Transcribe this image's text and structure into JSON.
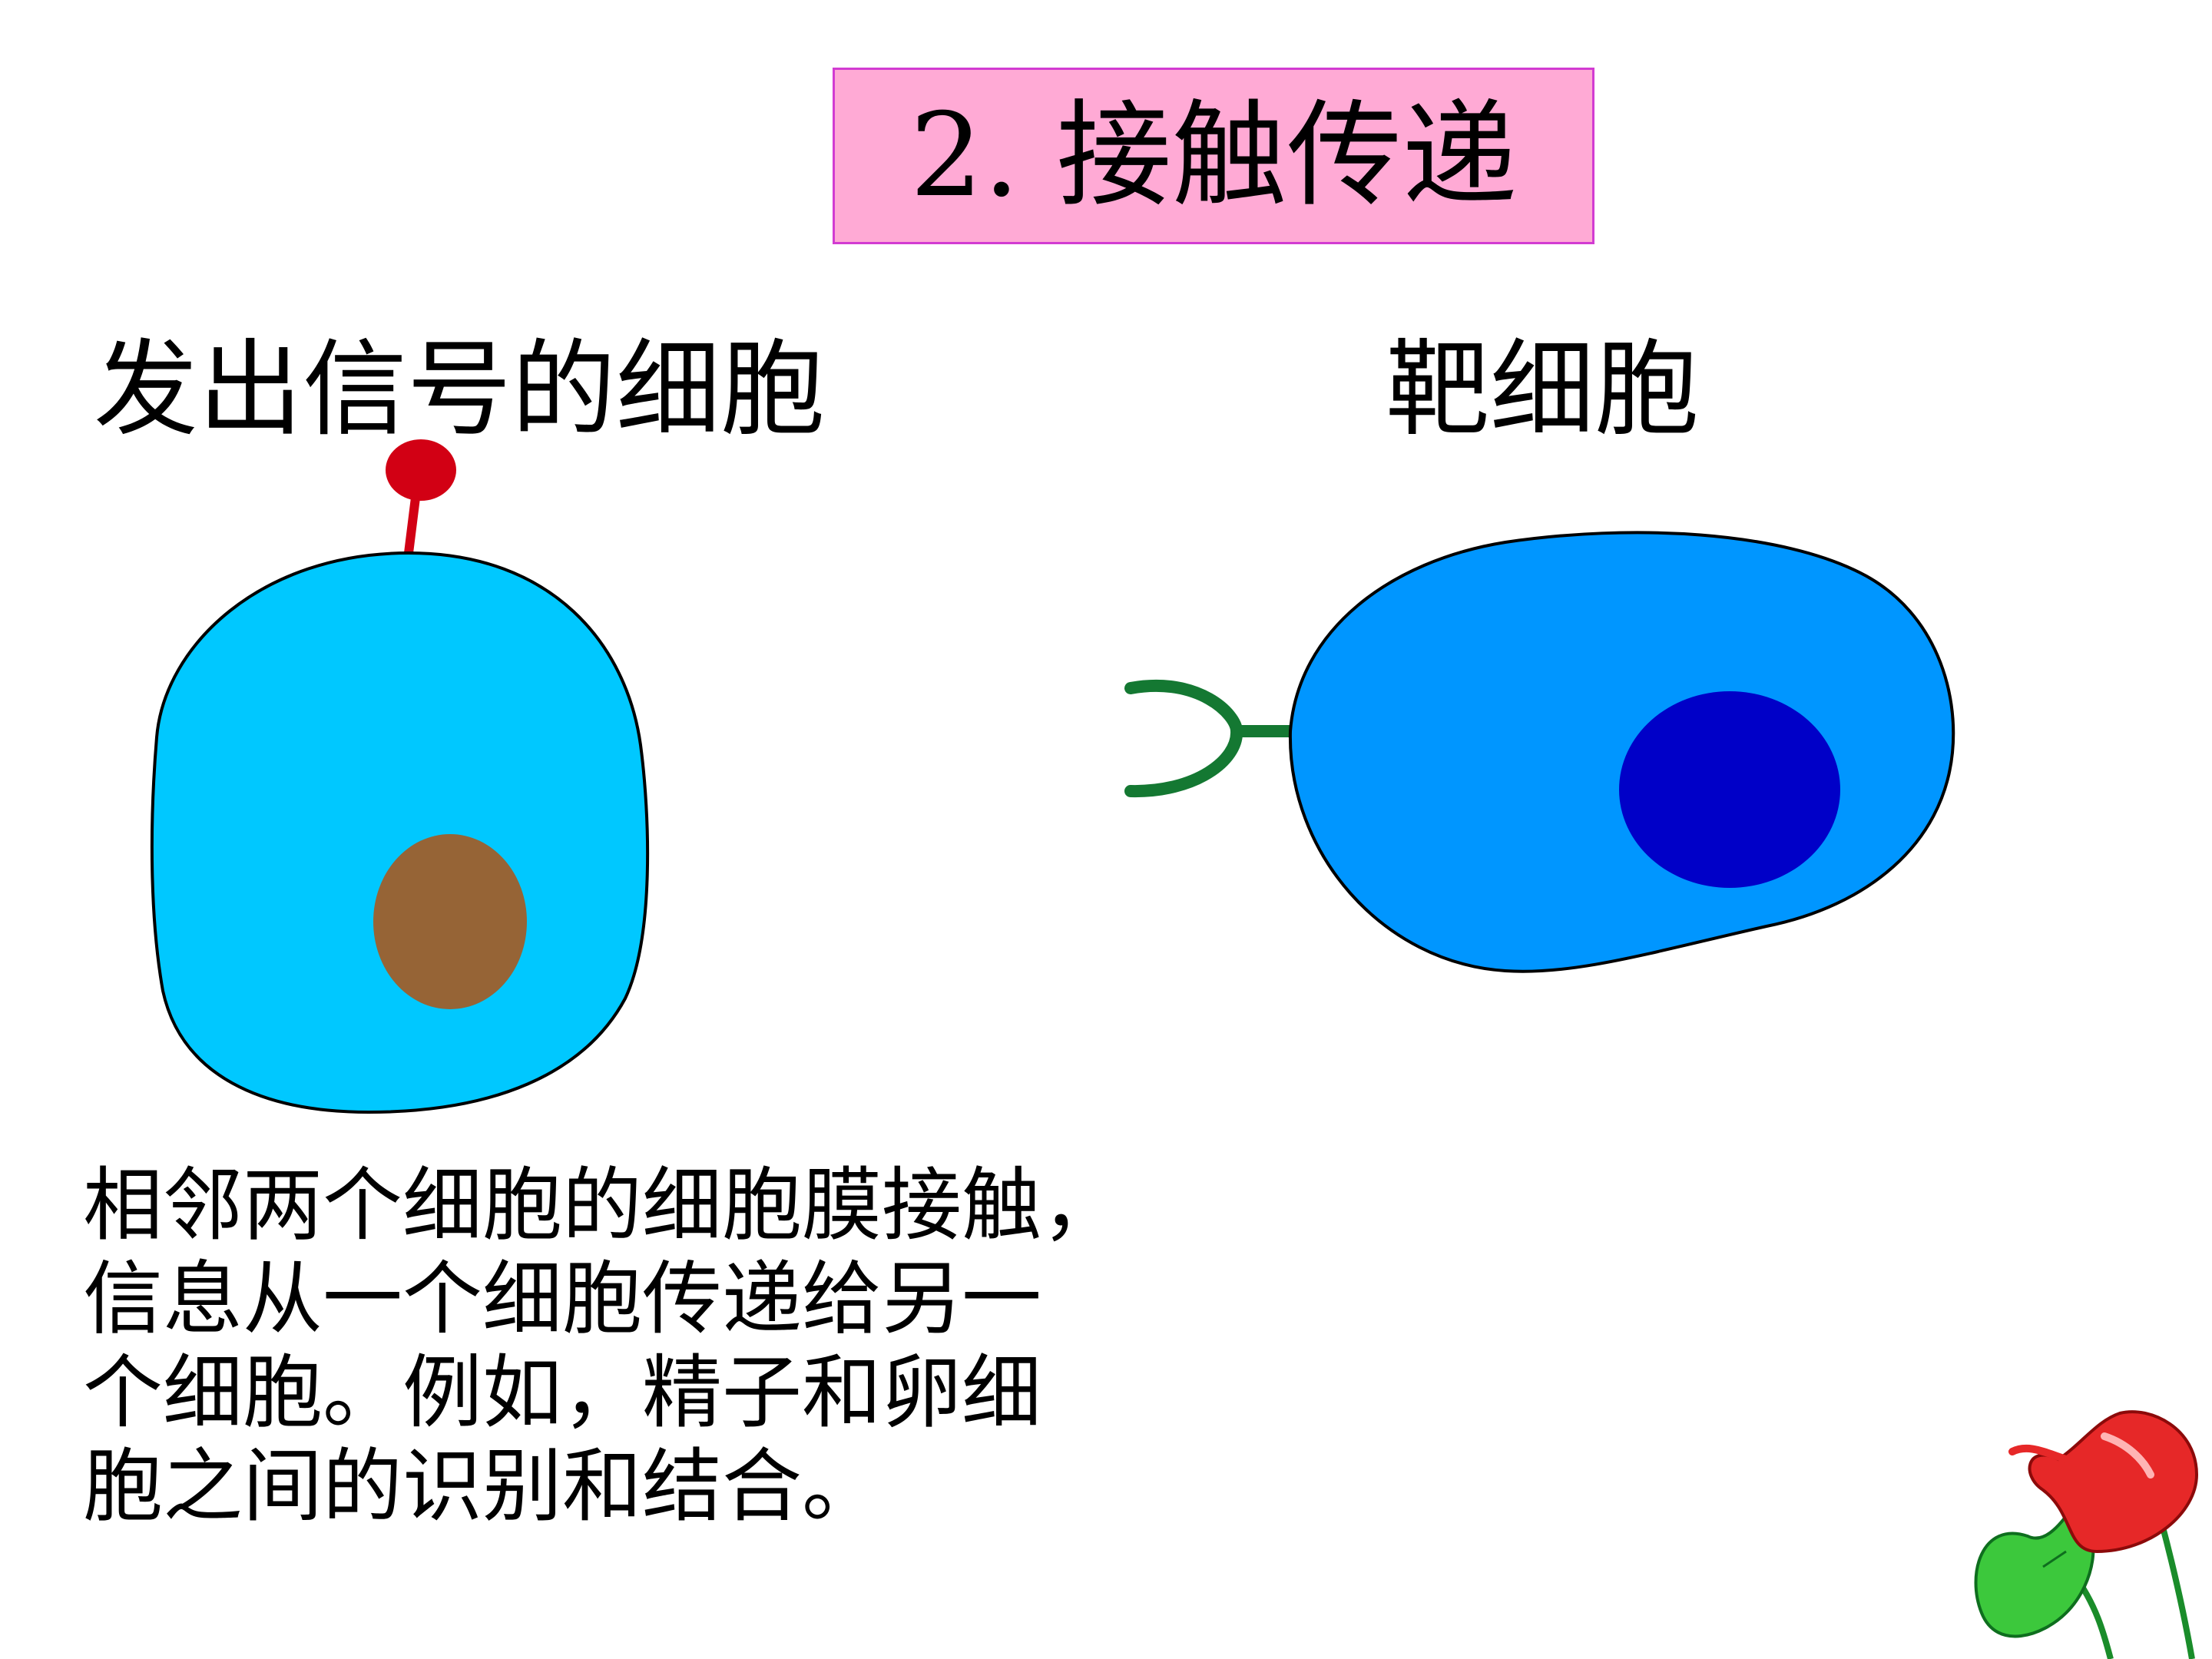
{
  "title": "2. 接触传递",
  "labels": {
    "sender_cell": "发出信号的细胞",
    "target_cell": "靶细胞"
  },
  "caption": {
    "lines": [
      "相邻两个细胞的细胞膜接触，",
      "信息从一个细胞传递给另一",
      "个细胞。例如，精子和卵细",
      "胞之间的识别和结合。"
    ]
  },
  "colors": {
    "title_bg": "#ffaad5",
    "title_border": "#d23cd2",
    "sender_cell": "#00c8ff",
    "sender_nucleus": "#966436",
    "signal_molecule": "#d20014",
    "target_cell": "#0096ff",
    "target_nucleus": "#0000c8",
    "receptor": "#147832",
    "outline": "#000000"
  },
  "icons": [
    "flower-decoration-icon"
  ]
}
